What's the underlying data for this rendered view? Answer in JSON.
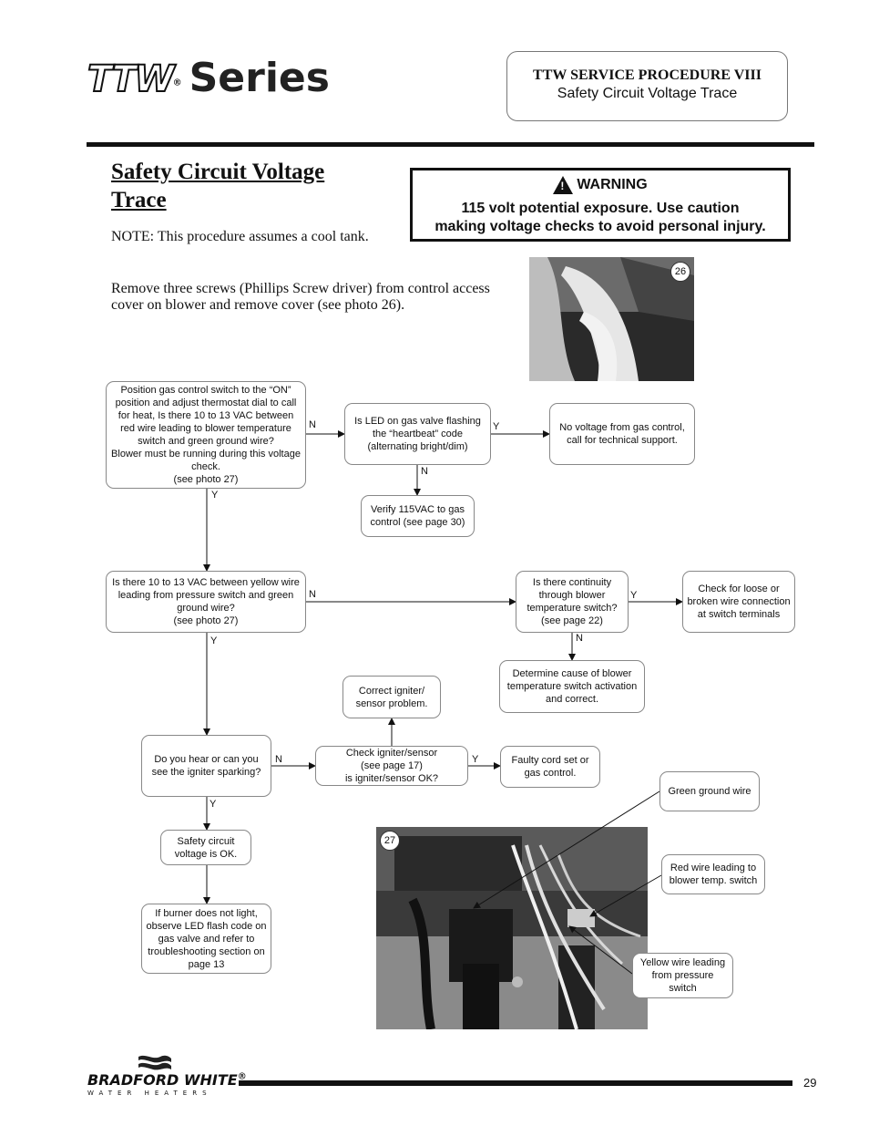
{
  "header": {
    "logo_ttw": "TTW",
    "logo_reg": "®",
    "logo_series": "Series",
    "procedure_title": "TTW SERVICE PROCEDURE  VIII",
    "procedure_subtitle": "Safety Circuit Voltage Trace"
  },
  "content": {
    "title_line1": "Safety Circuit Voltage",
    "title_line2": "Trace",
    "note": "NOTE: This procedure assumes a cool tank.",
    "instruction": "Remove three screws (Phillips Screw driver) from control access cover on blower and remove cover (see photo 26)."
  },
  "warning": {
    "icon_text": "!",
    "heading": "WARNING",
    "line1": "115 volt potential exposure. Use caution",
    "line2": "making voltage checks to avoid personal injury."
  },
  "photos": {
    "photo26_label": "26",
    "photo27_label": "27"
  },
  "flowchart": {
    "box_start": "Position gas control switch to the “ON” position and adjust thermostat dial to call for heat, Is there 10 to 13 VAC  between red wire leading to blower temperature switch and green ground wire?\nBlower must be running during this voltage check.\n(see photo 27)",
    "box_led": "Is LED on gas valve flashing the “heartbeat” code (alternating bright/dim)",
    "box_novoltage": "No voltage from gas control, call for technical support.",
    "box_verify": "Verify 115VAC to gas control (see page 30)",
    "box_yellow": "Is there 10 to 13 VAC  between yellow wire leading from pressure switch and green ground wire?\n(see photo 27)",
    "box_continuity": "Is there continuity through blower temperature switch?\n(see page 22)",
    "box_loose": "Check for loose or broken wire connection at switch terminals",
    "box_determine": "Determine cause of blower temperature switch activation and correct.",
    "box_correct": "Correct igniter/ sensor problem.",
    "box_hear": "Do you hear or can you see the igniter sparking?",
    "box_check_igniter": "Check igniter/sensor\n(see page 17)\nis igniter/sensor OK?",
    "box_faulty": "Faulty cord set or gas control.",
    "box_safe": "Safety circuit voltage is OK.",
    "box_burner": "If burner does not light, observe LED flash code on gas valve and refer to troubleshooting section on page 13",
    "label_y": "Y",
    "label_n": "N"
  },
  "callouts": {
    "green": "Green ground wire",
    "red": "Red wire leading to blower temp. switch",
    "yellow": "Yellow wire leading from pressure switch"
  },
  "footer": {
    "brand_name": "BRADFORD WHITE",
    "brand_reg": "®",
    "brand_sub": "WATER HEATERS",
    "page_number": "29"
  }
}
